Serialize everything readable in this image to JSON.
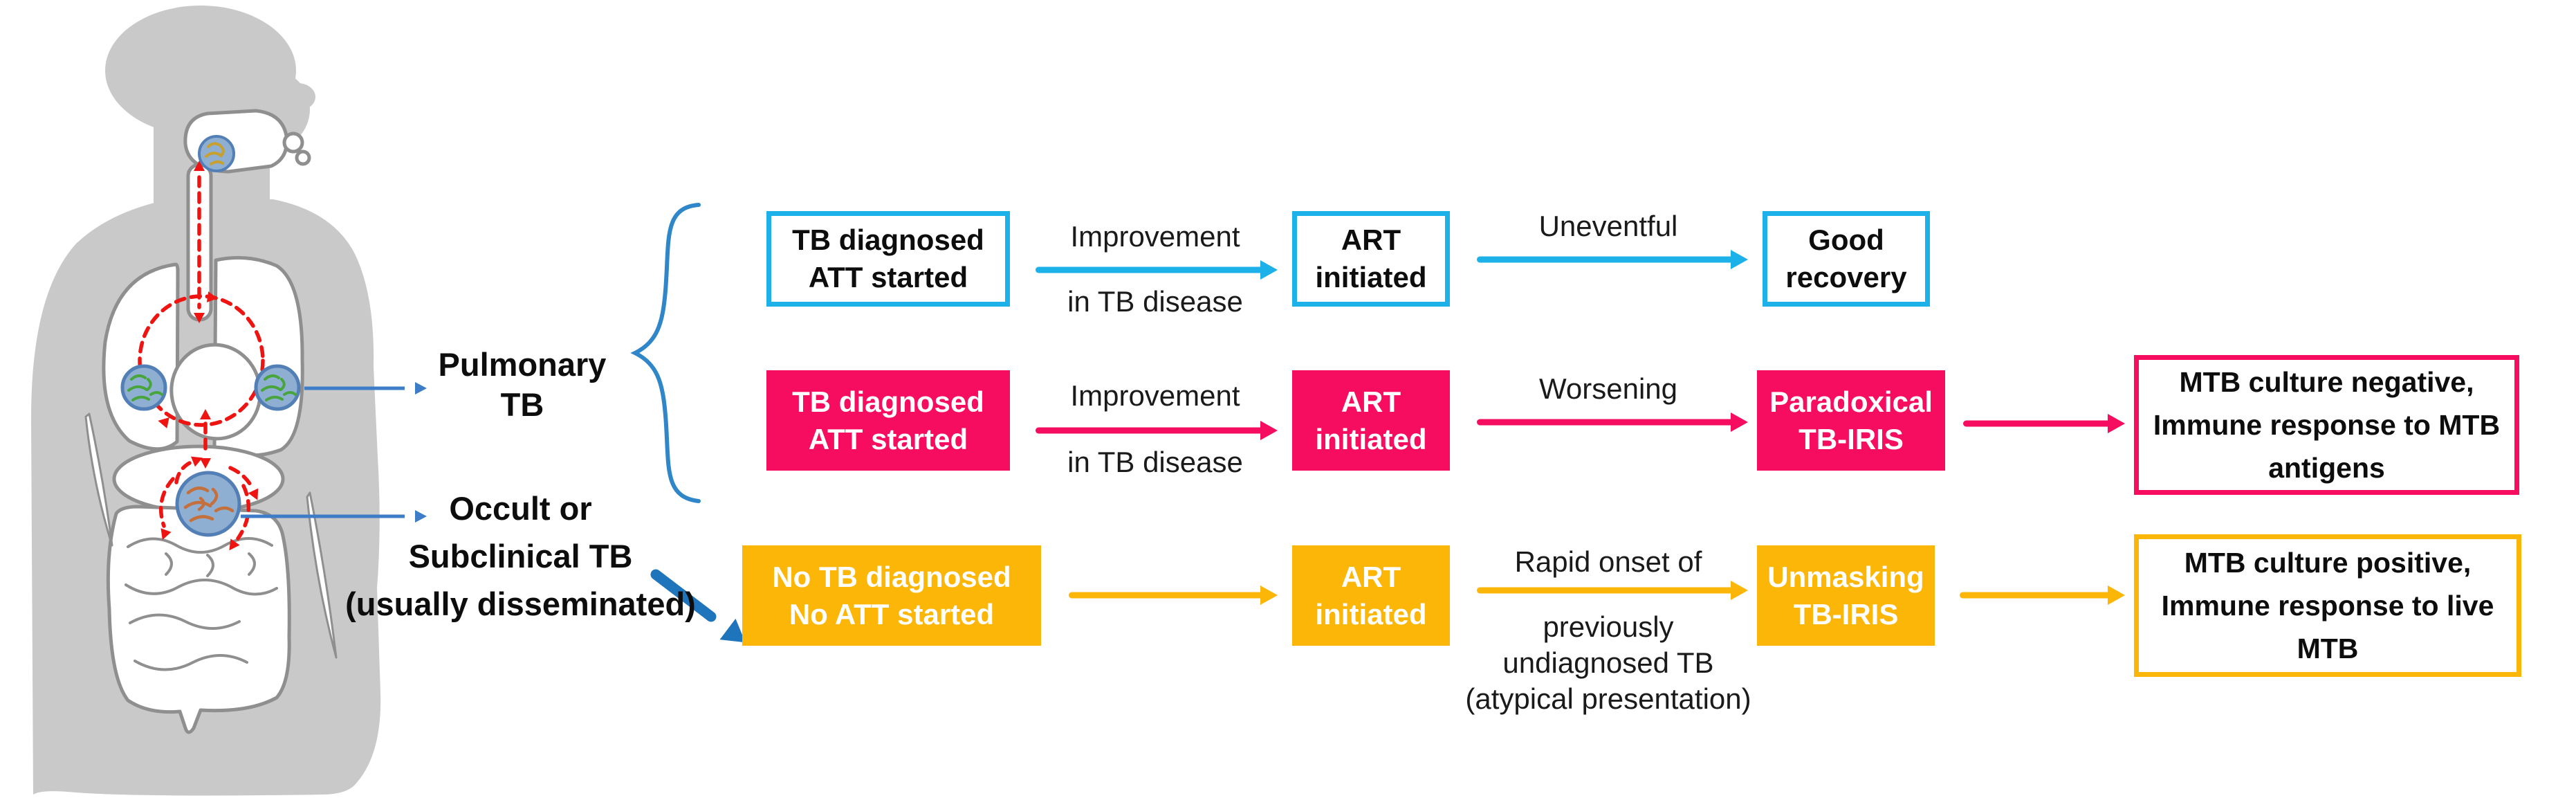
{
  "colors": {
    "cyan": "#1cb2e9",
    "pink": "#f60d60",
    "yellow": "#fbb607",
    "arrow_blue": "#3d7cc6",
    "thick_arrow_blue": "#1f75bc",
    "brace_blue": "#2f86c8",
    "red": "#ee1411",
    "body_grey": "#c9c9c9",
    "organ_stroke": "#8f8f8f",
    "focus_fill": "#8fafd2",
    "focus_stroke": "#527fb5",
    "bacteria_green": "#47a53c",
    "bacteria_yellow": "#c8a02e",
    "bacteria_orange": "#c3703d"
  },
  "body_labels": {
    "pulmonary": {
      "line1": "Pulmonary",
      "line2": "TB"
    },
    "occult": {
      "line1": "Occult or",
      "line2": "Subclinical TB",
      "line3": "(usually disseminated)"
    }
  },
  "rows": [
    {
      "box1": {
        "line1": "TB diagnosed",
        "line2": "ATT started"
      },
      "arrow1": {
        "line1": "Improvement",
        "line2": "in TB disease"
      },
      "box2": {
        "line1": "ART",
        "line2": "initiated"
      },
      "arrow2": {
        "line1": "Uneventful"
      },
      "box3": {
        "line1": "Good",
        "line2": "recovery"
      }
    },
    {
      "box1": {
        "line1": "TB diagnosed",
        "line2": "ATT started"
      },
      "arrow1": {
        "line1": "Improvement",
        "line2": "in TB disease"
      },
      "box2": {
        "line1": "ART",
        "line2": "initiated"
      },
      "arrow2": {
        "line1": "Worsening"
      },
      "box3": {
        "line1": "Paradoxical",
        "line2": "TB-IRIS"
      },
      "outcome": {
        "line1": "MTB culture negative,",
        "line2": "Immune response to MTB",
        "line3": "antigens"
      }
    },
    {
      "box1": {
        "line1": "No TB diagnosed",
        "line2": "No ATT started"
      },
      "box2": {
        "line1": "ART",
        "line2": "initiated"
      },
      "arrow2": {
        "line1": "Rapid onset of",
        "line2": "previously",
        "line3": "undiagnosed TB",
        "line4": "(atypical presentation)"
      },
      "box3": {
        "line1": "Unmasking",
        "line2": "TB-IRIS"
      },
      "outcome": {
        "line1": "MTB culture positive,",
        "line2": "Immune response to live",
        "line3": "MTB"
      }
    }
  ]
}
